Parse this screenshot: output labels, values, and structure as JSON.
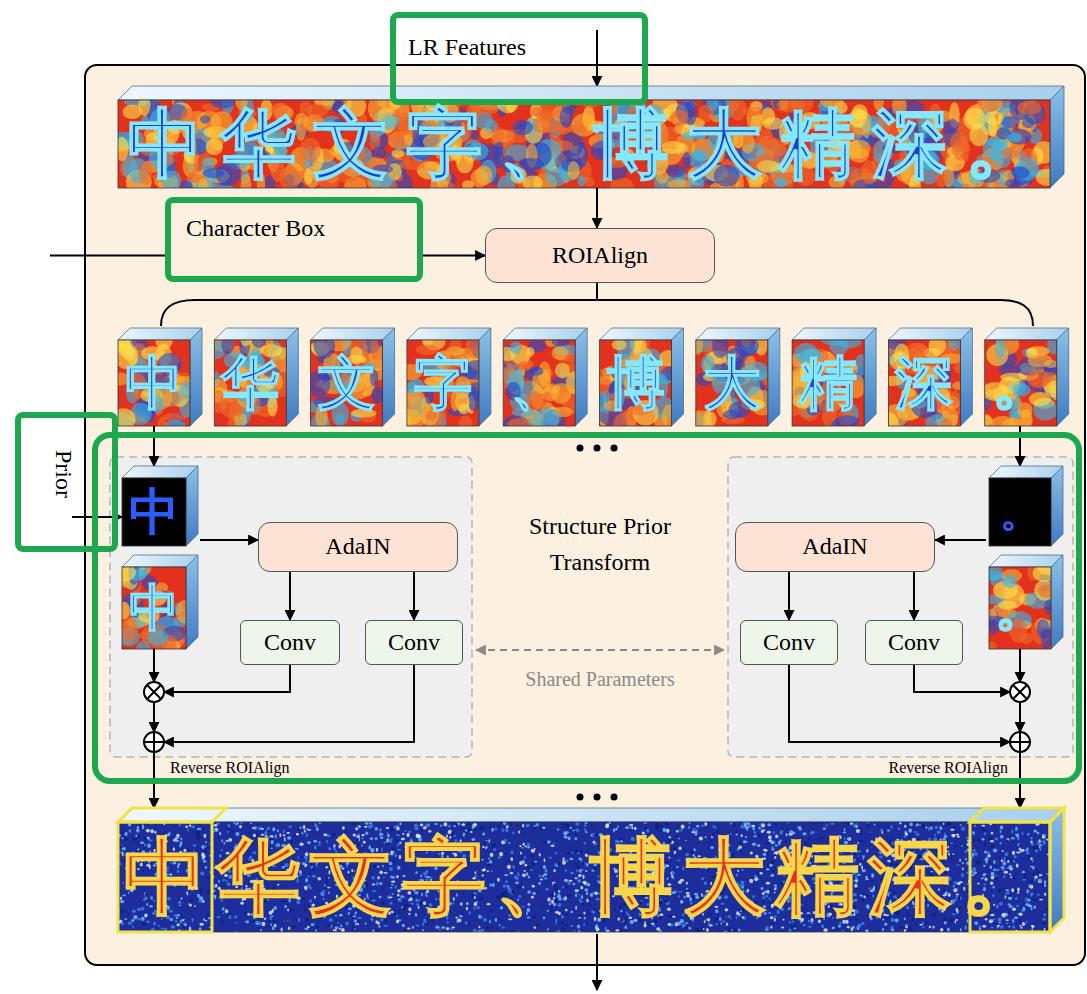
{
  "diagram": {
    "nodes": [
      {
        "text": [
          "LR Features"
        ]
      },
      {
        "text": [
          "Character Box"
        ]
      },
      {
        "text": [
          "ROIAlign"
        ]
      },
      {
        "text": [
          "Prior"
        ]
      },
      {
        "text": [
          "Structure Prior Transform"
        ]
      },
      {
        "text": [
          "AdaIN"
        ],
        "in": 4
      },
      {
        "text": [
          "Conv"
        ],
        "in": 4
      },
      {
        "text": [
          "Conv"
        ],
        "in": 4
      },
      {
        "text": [
          "AdaIN"
        ],
        "in": 4
      },
      {
        "text": [
          "Conv"
        ],
        "in": 4
      },
      {
        "text": [
          "Conv"
        ],
        "in": 4
      }
    ],
    "edges": [
      {
        "from": 1,
        "to": 2,
        "arrow": "to"
      },
      {
        "from": 5,
        "to": 6,
        "arrow": "to"
      },
      {
        "from": 5,
        "to": 7,
        "arrow": "to"
      },
      {
        "from": 8,
        "to": 9,
        "arrow": "to"
      },
      {
        "from": 8,
        "to": 10,
        "arrow": "to"
      }
    ],
    "labels": [
      "中华文字、博大精深。",
      "中",
      "华",
      "文",
      "字",
      "、",
      "博",
      "大",
      "精",
      "深",
      "。",
      "中",
      "中",
      "。",
      "。",
      "Shared Parameters",
      "Reverse ROIAlign",
      "Reverse ROIAlign",
      "中华文字、博大精深。"
    ]
  }
}
